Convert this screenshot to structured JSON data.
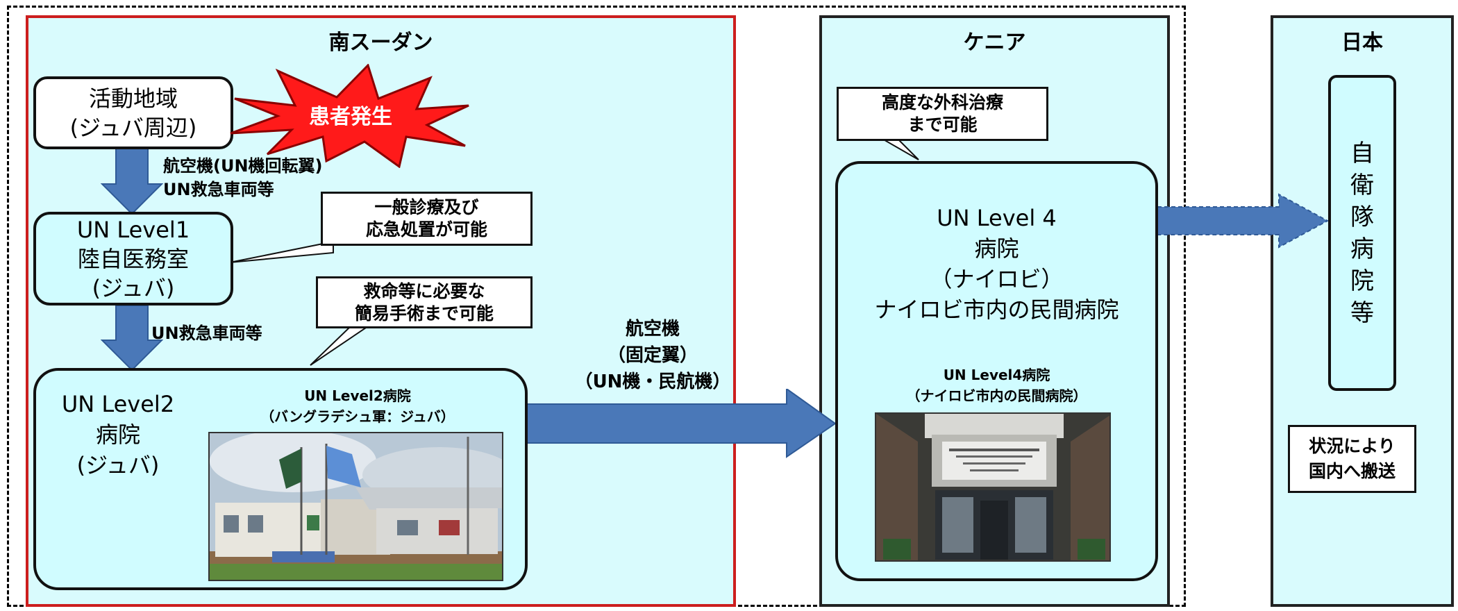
{
  "south_sudan": {
    "title": "南スーダン",
    "activity_area": {
      "line1": "活動地域",
      "line2": "(ジュバ周辺)"
    },
    "patient_burst": "患者発生",
    "transport1": {
      "line1": "航空機(UN機回転翼)",
      "line2": "UN救急車両等"
    },
    "level1": {
      "line1": "UN Level1",
      "line2": "陸自医務室",
      "line3": "(ジュバ)"
    },
    "callout1": {
      "line1": "一般診療及び",
      "line2": "応急処置が可能"
    },
    "transport2": "UN救急車両等",
    "callout2": {
      "line1": "救命等に必要な",
      "line2": "簡易手術まで可能"
    },
    "level2": {
      "line1": "UN Level2",
      "line2": "病院",
      "line3": "(ジュバ)",
      "caption1": "UN Level2病院",
      "caption2": "（バングラデシュ軍：ジュバ）"
    }
  },
  "air_transfer": {
    "line1": "航空機",
    "line2": "（固定翼）",
    "line3": "（UN機・民航機）"
  },
  "kenya": {
    "title": "ケニア",
    "callout": {
      "line1": "高度な外科治療",
      "line2": "まで可能"
    },
    "level4": {
      "line1": "UN Level 4",
      "line2": "病院",
      "line3": "（ナイロビ）",
      "line4": "ナイロビ市内の民間病院",
      "caption1": "UN Level4病院",
      "caption2": "（ナイロビ市内の民間病院）"
    }
  },
  "japan": {
    "title": "日本",
    "hospital_vertical": [
      "自",
      "衛",
      "隊",
      "病",
      "院",
      "等"
    ],
    "note": {
      "line1": "状況により",
      "line2": "国内へ搬送"
    }
  },
  "colors": {
    "arrow_blue": "#4a78b8",
    "region_fill": "#d9fbfd",
    "box_fill": "#d0fcff",
    "burst_red": "#ff1a1a",
    "south_border": "#cc1e1e"
  }
}
